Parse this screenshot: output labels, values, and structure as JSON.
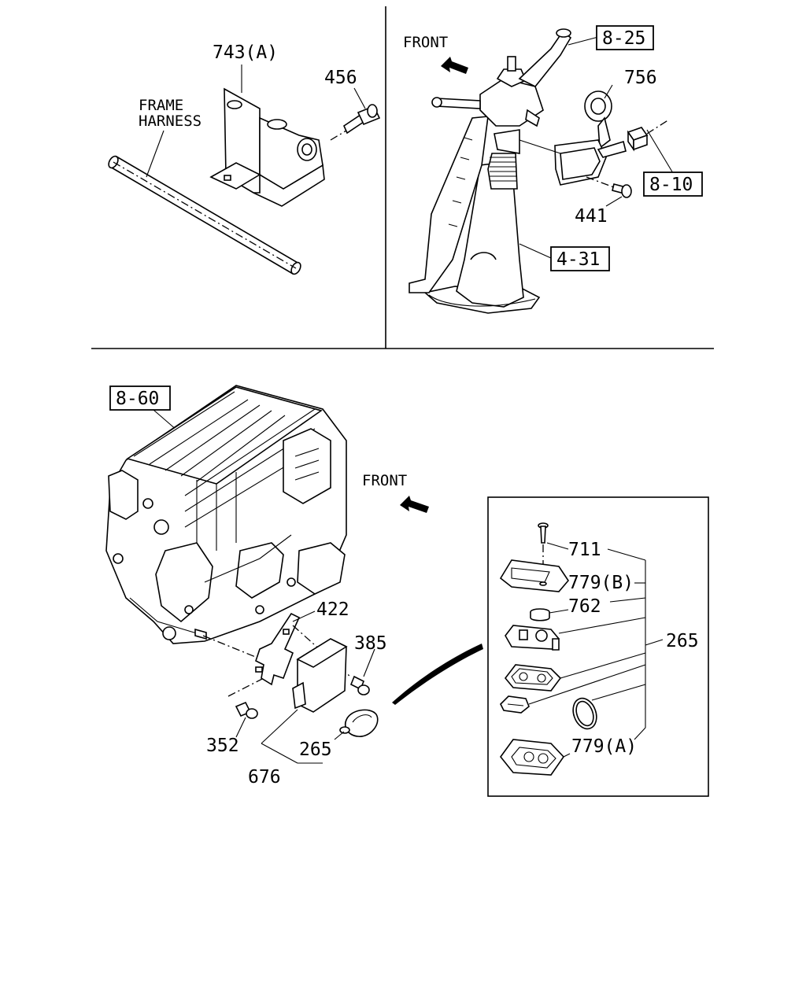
{
  "panels": {
    "top_left": {
      "labels": {
        "bracket": "743(A)",
        "bolt": "456",
        "frame_harness_line1": "FRAME",
        "frame_harness_line2": "HARNESS"
      }
    },
    "top_right": {
      "labels": {
        "front": "FRONT",
        "ref_switch": "8-25",
        "coil": "756",
        "ref_connector": "8-10",
        "screw": "441",
        "ref_column": "4-31"
      }
    },
    "bottom": {
      "labels": {
        "ref_hvac": "8-60",
        "front": "FRONT",
        "bracket": "422",
        "bolt_right": "385",
        "bolt_left": "352",
        "transmitter": "265",
        "control_unit": "676"
      },
      "detail_box": {
        "labels": {
          "screw": "711",
          "cover_b": "779(B)",
          "battery": "762",
          "assembly": "265",
          "case_a": "779(A)"
        }
      }
    }
  }
}
